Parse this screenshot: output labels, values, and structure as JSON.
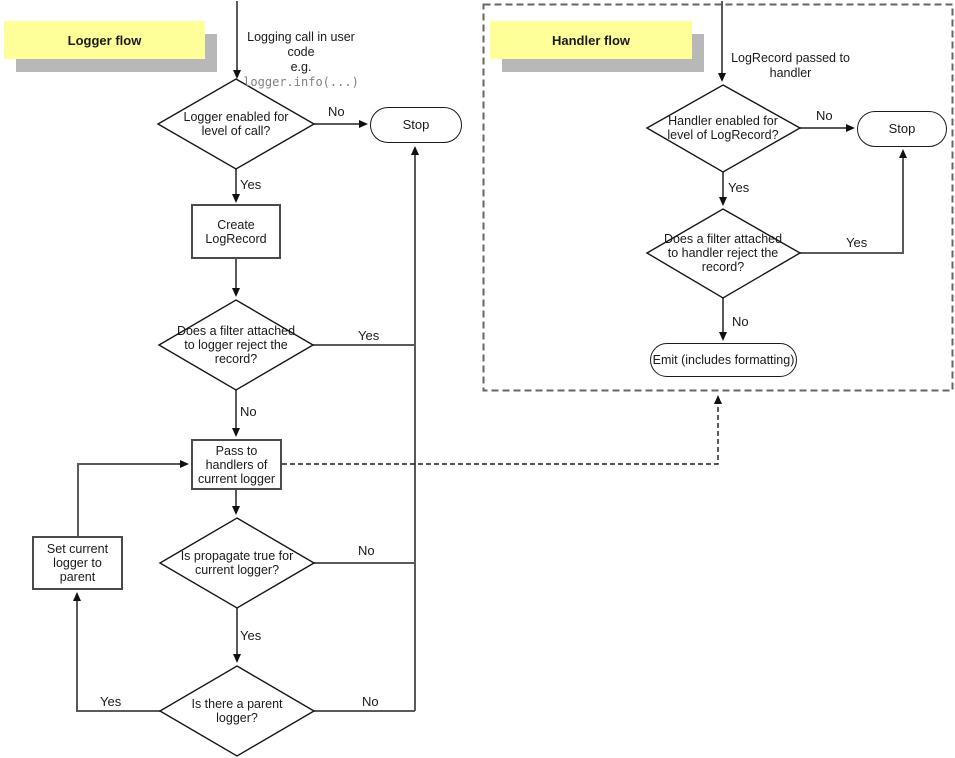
{
  "logger_flow": {
    "title": "Logger flow",
    "start_text": "Logging call in user\ncode\ne.g.",
    "start_code": "logger.info(...)",
    "decision_enabled": "Logger enabled for\nlevel of call?",
    "stop_label": "Stop",
    "create_box": "Create\nLogRecord",
    "decision_filter": "Does a filter attached\nto logger reject the\nrecord?",
    "pass_box": "Pass to\nhandlers of\ncurrent logger",
    "decision_propagate": "Is propagate true for\ncurrent logger?",
    "set_box": "Set current\nlogger to parent",
    "decision_parent": "Is there a parent\nlogger?",
    "labels": {
      "enabled_no": "No",
      "enabled_yes": "Yes",
      "filter_yes": "Yes",
      "filter_no": "No",
      "propagate_no": "No",
      "propagate_yes": "Yes",
      "parent_yes": "Yes",
      "parent_no": "No"
    }
  },
  "handler_flow": {
    "title": "Handler flow",
    "start_text": "LogRecord passed to\nhandler",
    "decision_enabled": "Handler enabled for\nlevel of LogRecord?",
    "stop_label": "Stop",
    "decision_filter": "Does a filter attached\nto handler reject the\nrecord?",
    "emit": "Emit (includes formatting)",
    "labels": {
      "enabled_no": "No",
      "enabled_yes": "Yes",
      "filter_yes": "Yes",
      "filter_no": "No"
    }
  },
  "colors": {
    "note_fill": "#ffff99",
    "note_shadow": "#b8b8b8",
    "connector": "#5a5a5a",
    "shape_stroke": "#1a1a1a",
    "box_border": "#4a4a4a",
    "code_text": "#808080",
    "background": "#ffffff"
  }
}
